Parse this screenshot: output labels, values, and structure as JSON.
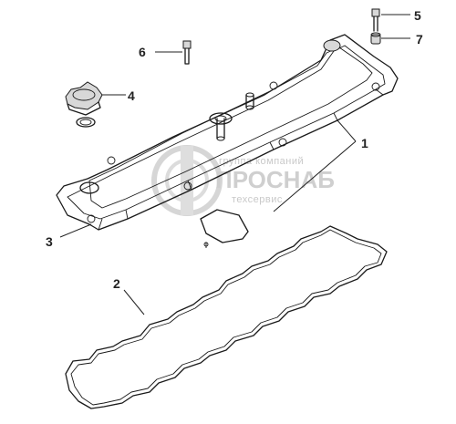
{
  "callouts": {
    "c1": "1",
    "c2": "2",
    "c3": "3",
    "c4": "4",
    "c5": "5",
    "c6": "6",
    "c7": "7"
  },
  "watermark": {
    "line1": "группа компаний",
    "brand": "ПРОСНАБ",
    "line2": "техсервис"
  },
  "colors": {
    "ink": "#1a1a1a",
    "watermark": "#cfcfcf"
  }
}
